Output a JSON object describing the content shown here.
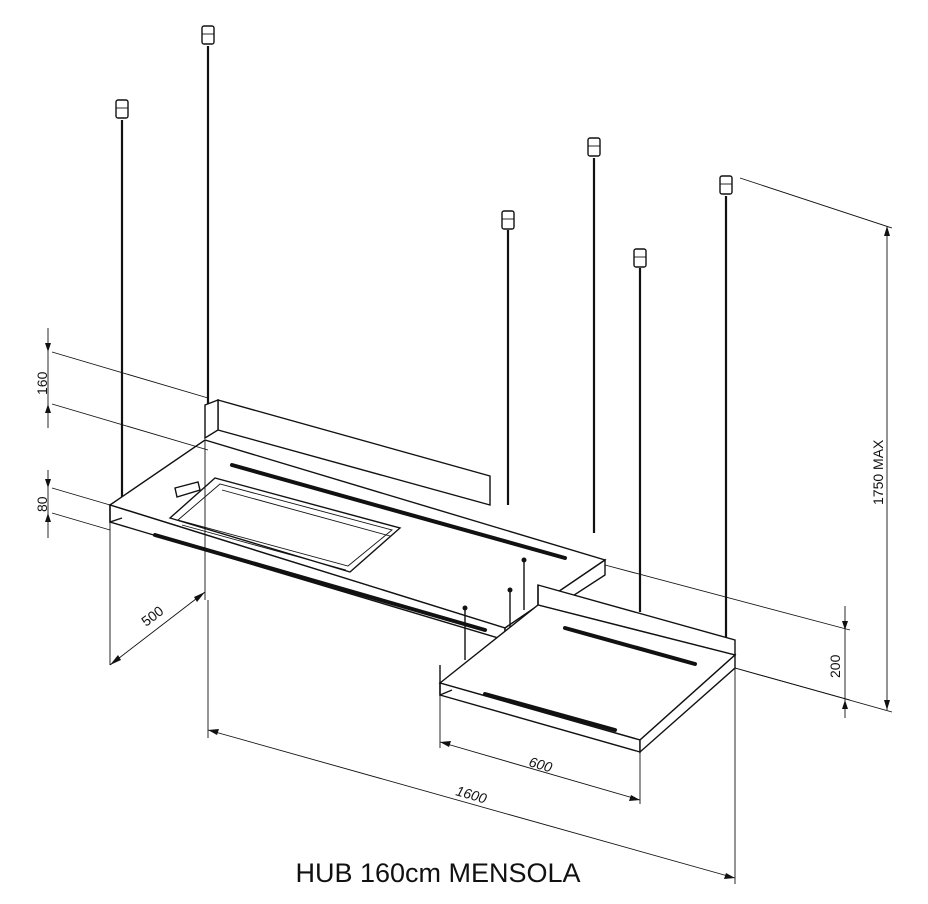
{
  "title": "HUB 160cm MENSOLA",
  "dimensions": {
    "height_hood": "160",
    "height_shelf": "80",
    "depth": "500",
    "shelf_width": "600",
    "total_length": "1600",
    "shelf_height": "200",
    "max_height": "1750 MAX"
  },
  "colors": {
    "line": "#111111",
    "background": "#ffffff"
  }
}
